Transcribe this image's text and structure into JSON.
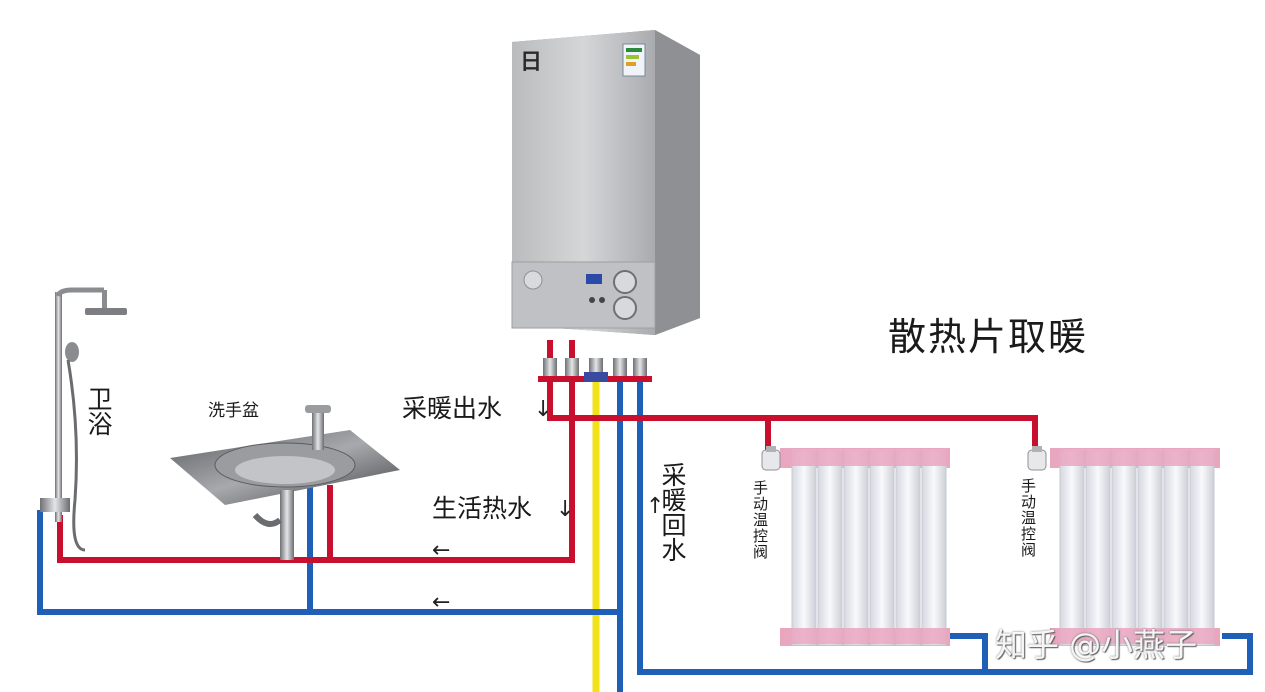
{
  "title": "散热片取暖",
  "labels": {
    "heating_out": "采暖出水",
    "domestic_hot": "生活热水",
    "heating_return": "采暖回水",
    "bathroom": "卫浴",
    "basin": "洗手盆",
    "valve_left": "手动温控阀",
    "valve_right": "手动温控阀"
  },
  "arrows": {
    "down": "↓",
    "up": "↑",
    "left": "←"
  },
  "boiler": {
    "brand_mark": "日"
  },
  "watermark": "知乎 @小燕子",
  "colors": {
    "hot_pipe": "#c8102e",
    "cold_pipe": "#1f5fb8",
    "gas_pipe": "#f2e21a",
    "radiator_pink": "#e9a6bf",
    "radiator_white": "#eef0f5",
    "boiler_body": "#c9cbcd"
  }
}
